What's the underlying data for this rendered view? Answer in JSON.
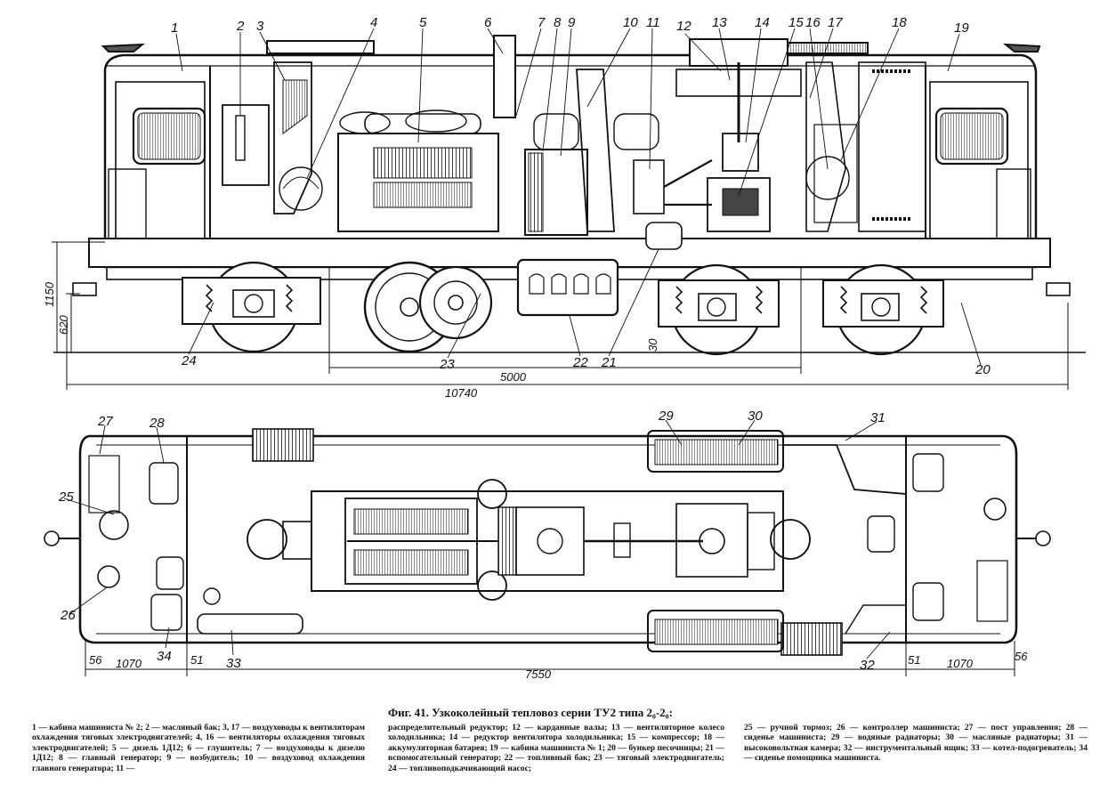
{
  "figure": {
    "caption": "Фиг. 41. Узкоколейный тепловоз серии ТУ2 типа 2₀-2₀:",
    "legend_columns": [
      "1 — кабина машиниста № 2; 2 — масляный бак; 3, 17 — воздуховоды к вентиляторам охлаждения тяговых электродвигателей; 4, 16 — вентиляторы охлаждения тяговых электродвигателей; 5 — дизель 1Д12; 6 — глушитель; 7 — воздуховоды к дизелю 1Д12; 8 — главный генератор; 9 — возбудитель; 10 — воздуховод охлаждения главного генератора; 11 —",
      "распределительный редуктор; 12 — карданные валы; 13 — вентиляторное колесо холодильника; 14 — редуктор вентилятора холодильника; 15 — компрессор; 18 — аккумуляторная батарея; 19 — кабина машиниста № 1; 20 — бункер песочницы; 21 — вспомогательный генератор; 22 — топливный бак; 23 — тяговый электродвигатель; 24 — топливоподкачивающий насос;",
      "25 — ручной тормоз; 26 — контроллер машиниста; 27 — пост управления; 28 — сиденье машиниста; 29 — водяные радиаторы; 30 — масляные радиаторы; 31 — высоковольтная камера; 32 — инструментальный ящик; 33 — котел-подогреватель; 34 — сиденье помощника машиниста."
    ]
  },
  "side_view": {
    "callouts": [
      "1",
      "2",
      "3",
      "4",
      "5",
      "6",
      "7",
      "8",
      "9",
      "10",
      "11",
      "12",
      "13",
      "14",
      "15",
      "16",
      "17",
      "18",
      "19",
      "20",
      "21",
      "22",
      "23",
      "24"
    ],
    "dimensions": [
      "1150",
      "620",
      "5000",
      "10740",
      "30"
    ]
  },
  "plan_view": {
    "callouts": [
      "25",
      "26",
      "27",
      "28",
      "29",
      "30",
      "31",
      "32",
      "33",
      "34"
    ],
    "dimensions": [
      "56",
      "1070",
      "51",
      "7550",
      "51",
      "1070",
      "56"
    ]
  }
}
